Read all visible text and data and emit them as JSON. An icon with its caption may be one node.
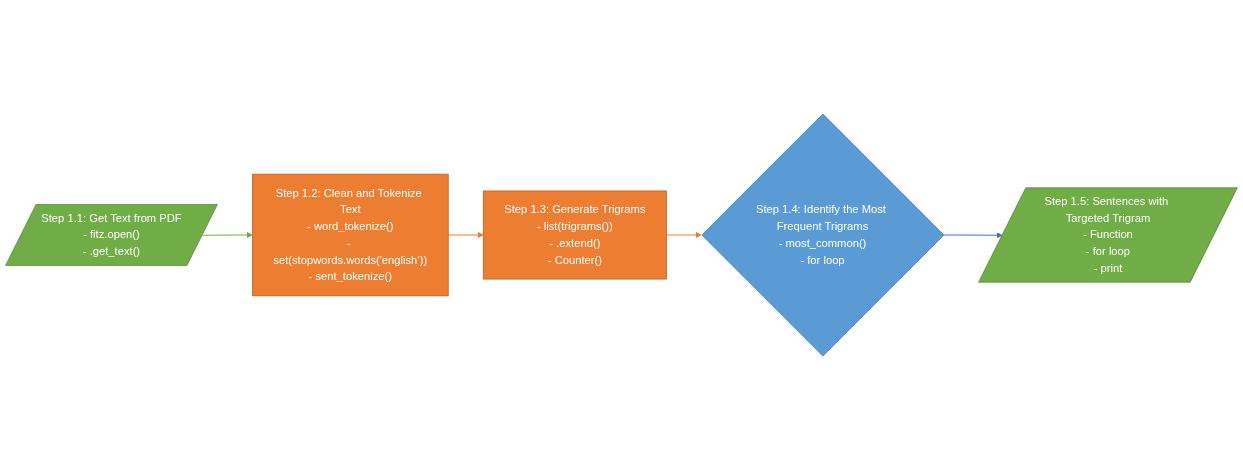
{
  "diagram": {
    "nodes": [
      {
        "text": [
          "Step 1.1: Get Text from PDF",
          "- fitz.open()",
          "- .get_text()"
        ]
      },
      {
        "text": [
          "Step 1.2: Clean and Tokenize Text",
          "- word_tokenize()",
          "- set(stopwords.words('english‘))",
          "- sent_tokenize()"
        ]
      },
      {
        "text": [
          "Step 1.3: Generate Trigrams",
          "- list(trigrams())",
          "- .extend()",
          "- Counter()"
        ]
      },
      {
        "text": [
          "Step 1.4: Identify the Most Frequent Trigrams",
          "- most_common()",
          "- for loop"
        ]
      },
      {
        "text": [
          "Step 1.5: Sentences with Targeted Trigram",
          "- Function",
          "- for loop",
          "- print"
        ]
      }
    ],
    "edges": [
      {
        "from": 0,
        "to": 1,
        "arrow": "to",
        "color": "#70ad47"
      },
      {
        "from": 1,
        "to": 2,
        "arrow": "to"
      },
      {
        "from": 2,
        "to": 3,
        "arrow": "to"
      },
      {
        "from": 3,
        "to": 4,
        "arrow": "to",
        "color": "#4472c4"
      }
    ]
  }
}
